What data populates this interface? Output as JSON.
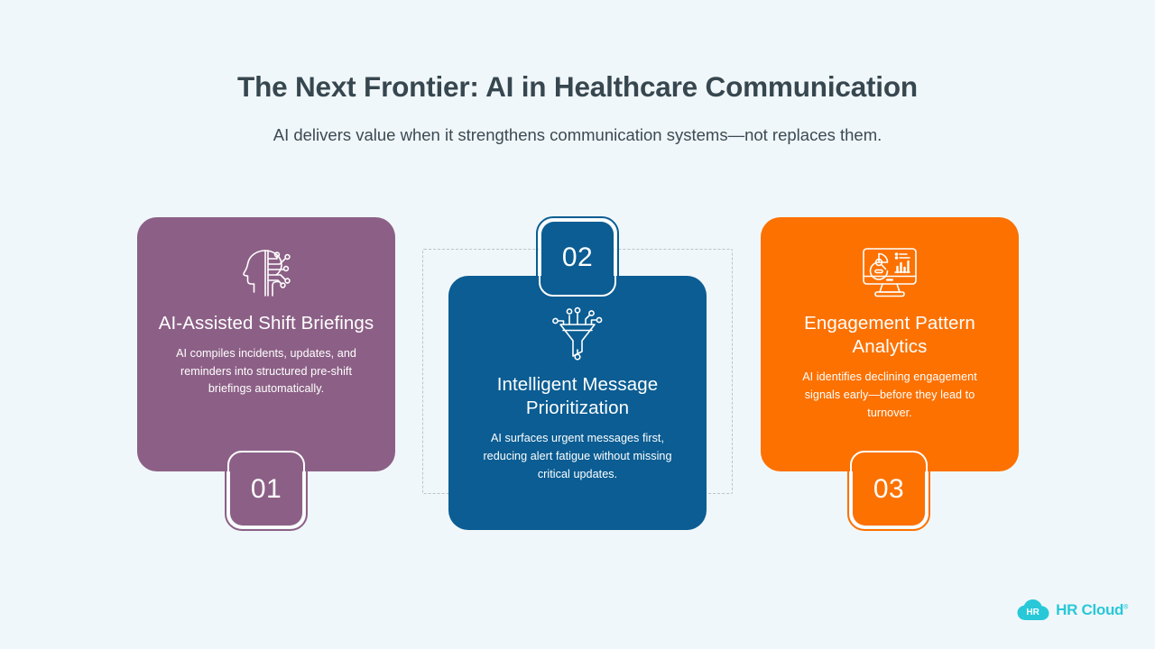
{
  "header": {
    "title": "The Next Frontier: AI in Healthcare Communication",
    "subtitle": "AI delivers value when it strengthens communication systems—not replaces them."
  },
  "theme": {
    "background": "#f0f7fa",
    "title_color": "#37474f",
    "subtitle_color": "#3c4a52",
    "connector_color": "#b9c4c9",
    "card1_color": "#8c6086",
    "card2_color": "#0b5d93",
    "card3_color": "#fc7100",
    "logo_color": "#28c8d8"
  },
  "cards": [
    {
      "number": "01",
      "icon": "ai-head-circuit-icon",
      "title": "AI-Assisted Shift Briefings",
      "description": "AI compiles incidents, updates, and reminders into structured pre-shift briefings automatically.",
      "color": "#8c6086"
    },
    {
      "number": "02",
      "icon": "funnel-circuit-icon",
      "title": "Intelligent Message Prioritization",
      "description": "AI surfaces urgent messages first, reducing alert fatigue without missing critical updates.",
      "color": "#0b5d93"
    },
    {
      "number": "03",
      "icon": "analytics-monitor-icon",
      "title": "Engagement Pattern Analytics",
      "description": "AI identifies declining engagement signals early—before they lead to turnover.",
      "color": "#fc7100"
    }
  ],
  "logo": {
    "mark_text": "HR",
    "name": "HR Cloud",
    "trademark": "®"
  }
}
